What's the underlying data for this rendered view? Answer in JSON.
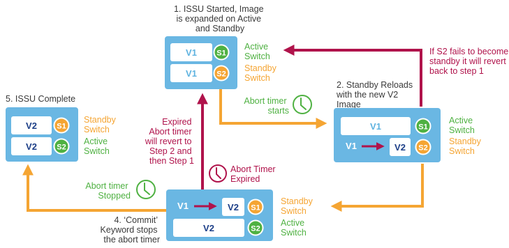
{
  "colors": {
    "box": "#6ab7e3",
    "orange": "#f5a533",
    "green": "#4fb142",
    "crimson": "#b0134b",
    "text": "#3a3a3a",
    "version_text": "#1d3f88",
    "version_text_light": "#5fb3e0"
  },
  "step1": {
    "title_lines": [
      "1. ISSU Started, Image",
      "is expanded on Active",
      "and Standby"
    ],
    "rows": [
      {
        "version": "V1",
        "switch": "S1"
      },
      {
        "version": "V1",
        "switch": "S2"
      }
    ],
    "role_active": [
      "Active",
      "Switch"
    ],
    "role_standby": [
      "Standby",
      "Switch"
    ]
  },
  "step2": {
    "title_lines": [
      "2. Standby Reloads",
      "with the new V2",
      "Image"
    ],
    "row1": {
      "version": "V1",
      "switch": "S1"
    },
    "row2": {
      "from": "V1",
      "to": "V2",
      "switch": "S2"
    },
    "role_active": [
      "Active",
      "Switch"
    ],
    "role_standby": [
      "Standby",
      "Switch"
    ]
  },
  "step4": {
    "title_lines": [
      "4. ‘Commit’",
      "Keyword stops",
      "the abort timer"
    ],
    "row1": {
      "from": "V1",
      "to": "V2",
      "switch": "S1"
    },
    "row2": {
      "version": "V2",
      "switch": "S2"
    },
    "role_standby": [
      "Standby",
      "Switch"
    ],
    "role_active": [
      "Active",
      "Switch"
    ]
  },
  "step5": {
    "title": "5. ISSU Complete",
    "rows": [
      {
        "version": "V2",
        "switch": "S1"
      },
      {
        "version": "V2",
        "switch": "S2"
      }
    ],
    "role_standby": [
      "Standby",
      "Switch"
    ],
    "role_active": [
      "Active",
      "Switch"
    ]
  },
  "labels": {
    "abort_timer_starts": [
      "Abort timer",
      "starts"
    ],
    "abort_timer_stopped": [
      "Abort timer",
      "Stopped"
    ],
    "abort_timer_expired": [
      "Abort Timer",
      "Expired"
    ],
    "expired_revert": [
      "Expired",
      "Abort timer",
      "will revert to",
      "Step 2 and",
      "then Step 1"
    ],
    "s2_fail": [
      "If S2 fails to become",
      "standby it will revert",
      "back to step 1"
    ]
  }
}
